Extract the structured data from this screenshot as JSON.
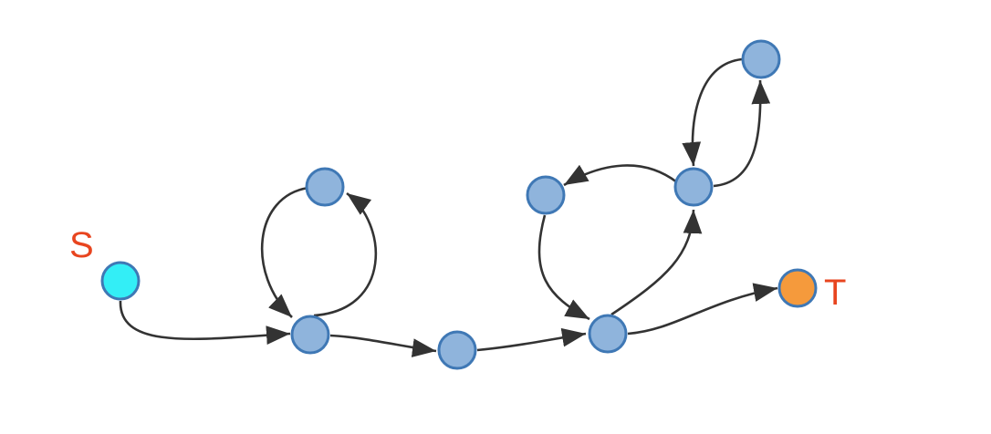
{
  "diagram": {
    "colors": {
      "edge": "#333333",
      "node_fill": "#8fb4dc",
      "node_stroke": "#3f78b5",
      "source_fill": "#33eef6",
      "target_fill": "#f59a3c",
      "label": "#e8451f"
    },
    "labels": {
      "source": "S",
      "target": "T"
    },
    "nodes": [
      {
        "id": "s",
        "role": "source"
      },
      {
        "id": "n1",
        "role": "default"
      },
      {
        "id": "n2",
        "role": "default"
      },
      {
        "id": "n3",
        "role": "default"
      },
      {
        "id": "n4",
        "role": "default"
      },
      {
        "id": "n5",
        "role": "default"
      },
      {
        "id": "n6",
        "role": "default"
      },
      {
        "id": "n7",
        "role": "default"
      },
      {
        "id": "t",
        "role": "target"
      }
    ],
    "edges": [
      {
        "from": "s",
        "to": "n1"
      },
      {
        "from": "n2",
        "to": "n1"
      },
      {
        "from": "n1",
        "to": "n2"
      },
      {
        "from": "n1",
        "to": "n3"
      },
      {
        "from": "n3",
        "to": "n4"
      },
      {
        "from": "n5",
        "to": "n4"
      },
      {
        "from": "n4",
        "to": "n6"
      },
      {
        "from": "n6",
        "to": "n5"
      },
      {
        "from": "n6",
        "to": "n7"
      },
      {
        "from": "n7",
        "to": "n6"
      },
      {
        "from": "n4",
        "to": "t"
      }
    ]
  }
}
